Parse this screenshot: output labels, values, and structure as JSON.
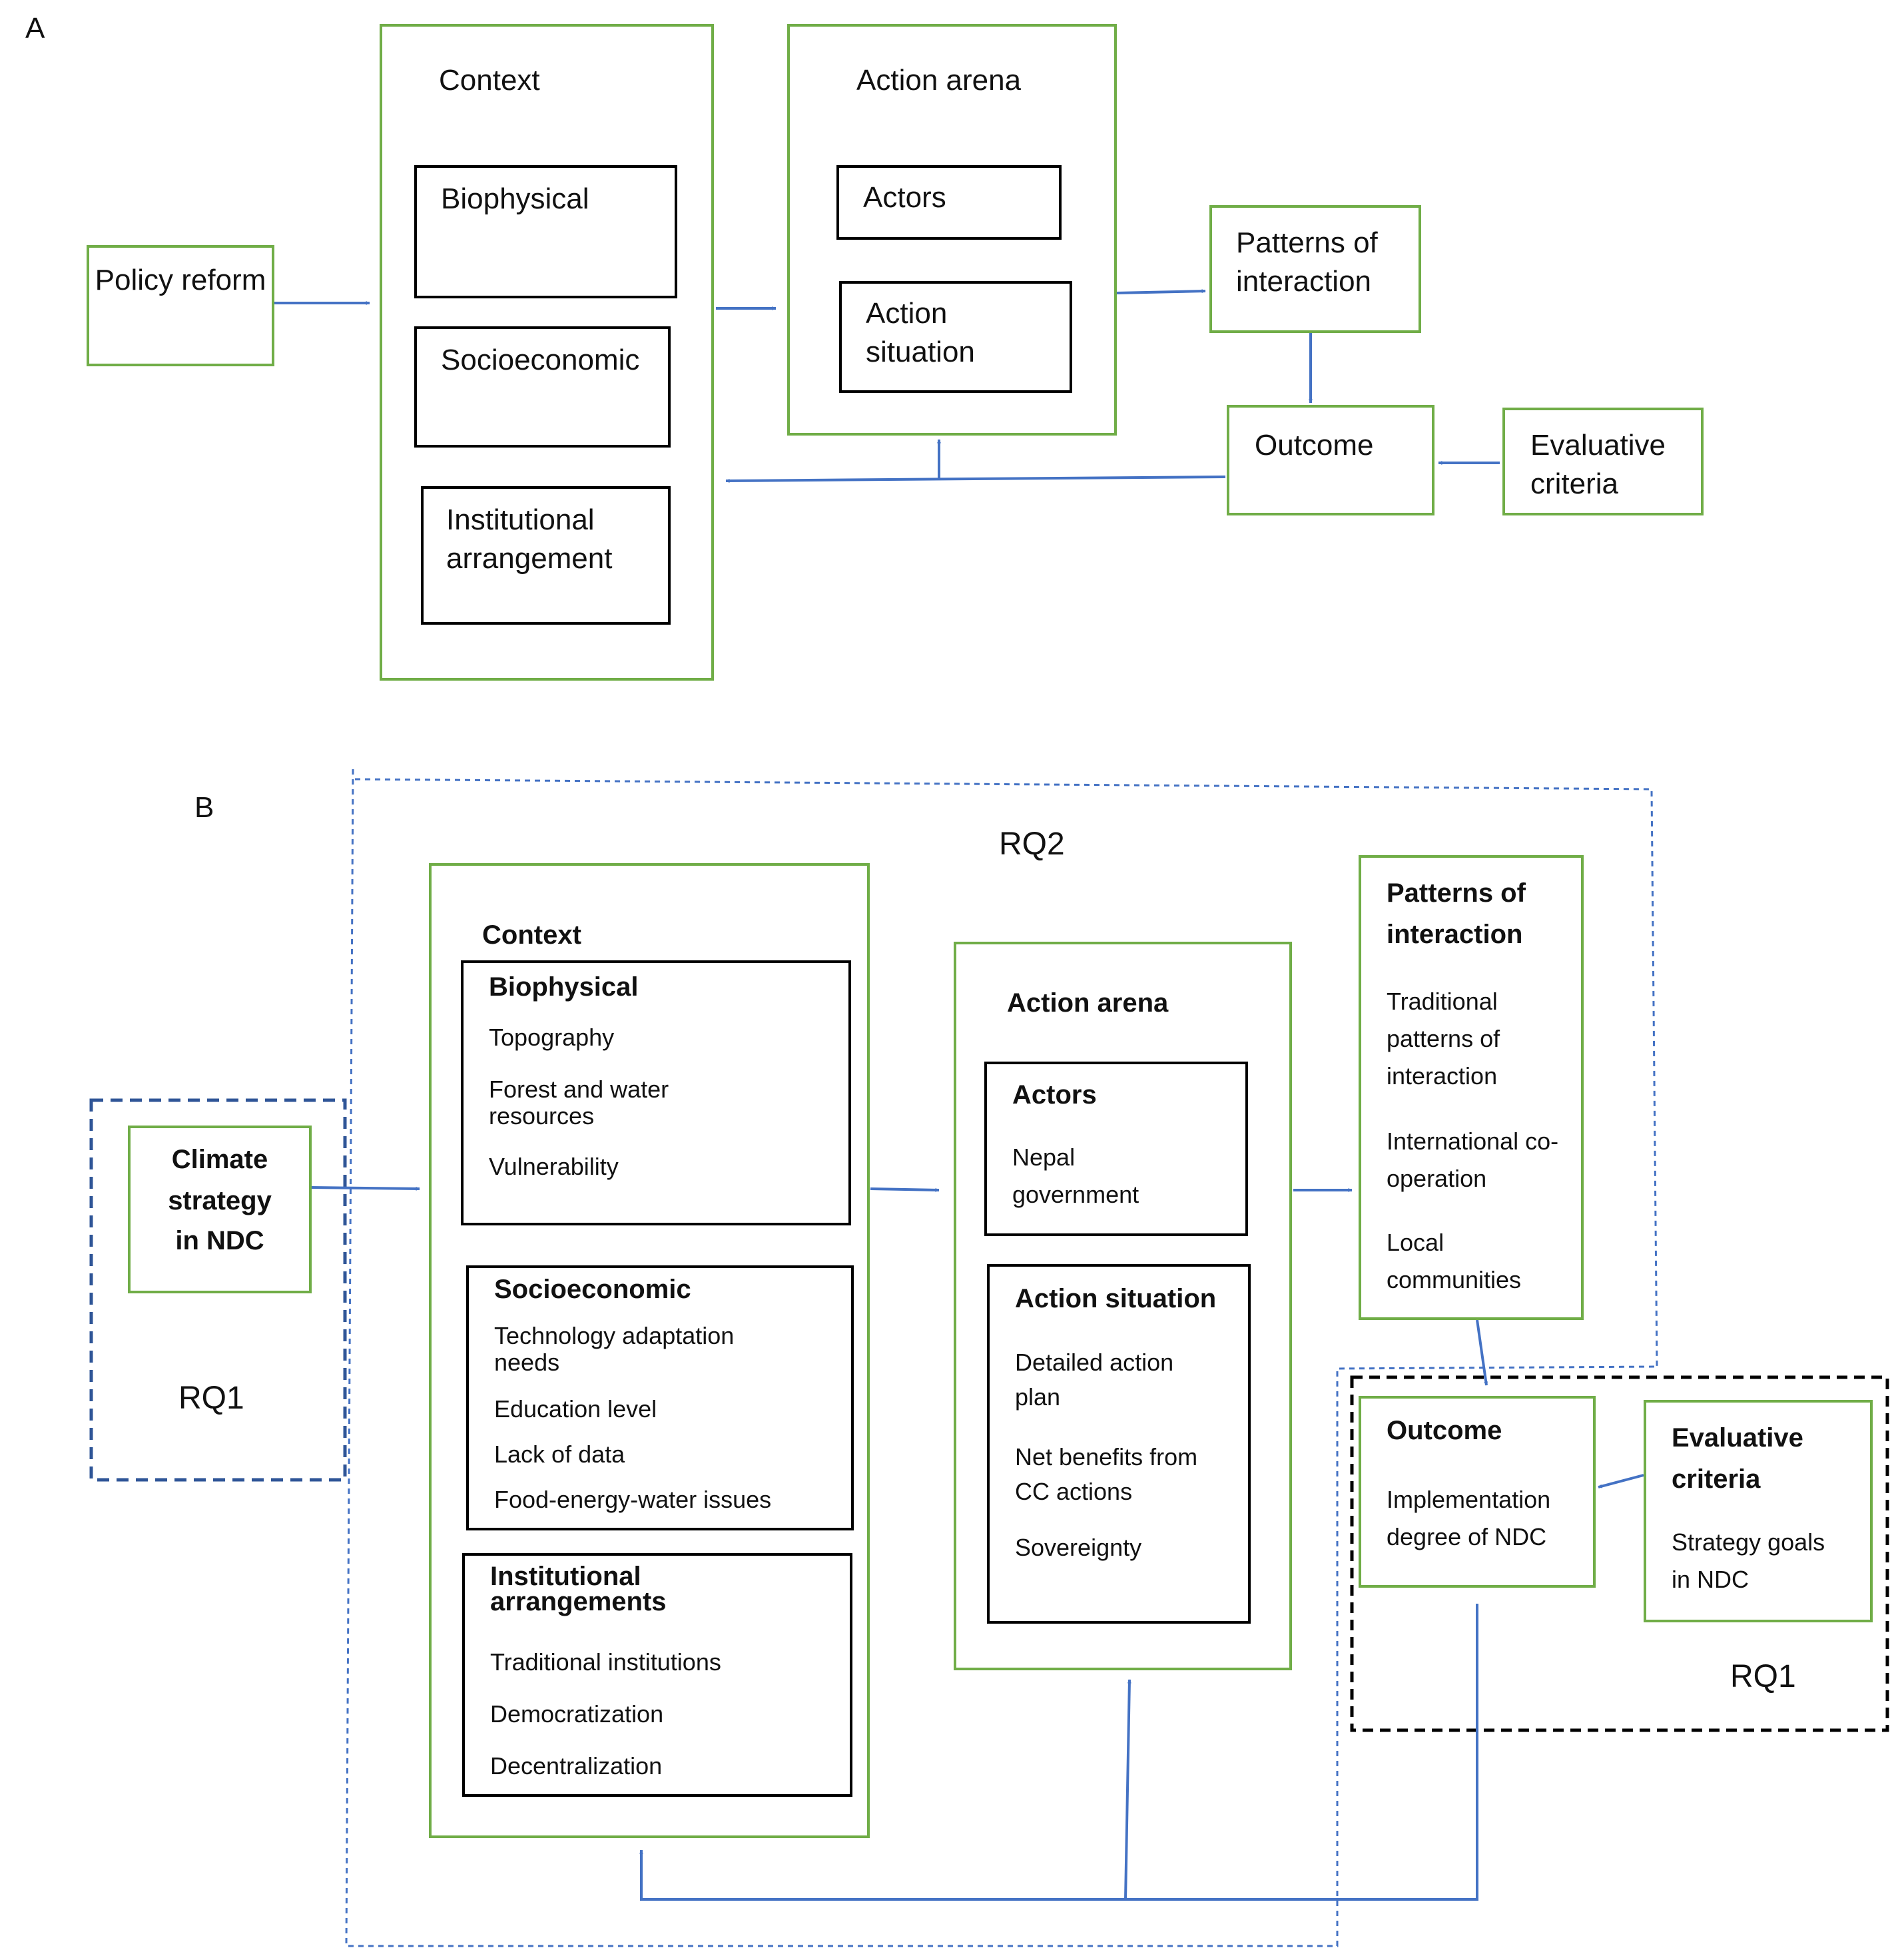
{
  "panelA": {
    "label": "A",
    "policy_reform": "Policy reform",
    "context": {
      "title": "Context",
      "biophysical": "Biophysical",
      "socioeconomic": "Socioeconomic",
      "institutional": "Institutional arrangement"
    },
    "action_arena": {
      "title": "Action arena",
      "actors": "Actors",
      "action_situation": "Action situation"
    },
    "patterns": "Patterns of interaction",
    "outcome": "Outcome",
    "evaluative": "Evaluative criteria"
  },
  "panelB": {
    "label": "B",
    "rq2": "RQ2",
    "rq1_left": "RQ1",
    "rq1_right": "RQ1",
    "climate_strategy": [
      "Climate",
      "strategy",
      "in NDC"
    ],
    "context": {
      "title": "Context",
      "biophysical": {
        "title": "Biophysical",
        "items": [
          "Topography",
          "Forest and water resources",
          "Vulnerability"
        ]
      },
      "socioeconomic": {
        "title": "Socioeconomic",
        "items": [
          "Technology adaptation needs",
          "Education level",
          "Lack of data",
          "Food-energy-water issues"
        ]
      },
      "institutional": {
        "title": "Institutional arrangements",
        "items": [
          "Traditional institutions",
          "Democratization",
          "Decentralization"
        ]
      }
    },
    "action_arena": {
      "title": "Action arena",
      "actors": {
        "title": "Actors",
        "items": [
          "Nepal government"
        ]
      },
      "action_situation": {
        "title": "Action situation",
        "items": [
          "Detailed action plan",
          "Net benefits from CC actions",
          "Sovereignty"
        ]
      }
    },
    "patterns": {
      "title": "Patterns of interaction",
      "items": [
        "Traditional patterns of interaction",
        "International co-operation",
        "Local communities"
      ]
    },
    "outcome": {
      "title": "Outcome",
      "items": [
        "Implementation degree of NDC"
      ]
    },
    "evaluative": {
      "title": "Evaluative criteria",
      "items": [
        "Strategy goals in NDC"
      ]
    }
  },
  "colors": {
    "box_green": "#70ad47",
    "arrow_blue": "#4472c4",
    "dash_blue": "#2f5597",
    "text": "#111111"
  }
}
